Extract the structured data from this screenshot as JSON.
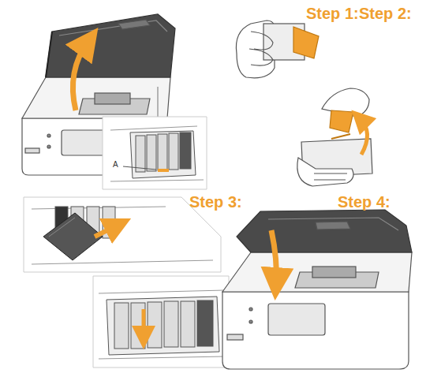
{
  "diagram": {
    "labels": [
      "Step 1:",
      "Step 2:",
      "Step 3:",
      "Step 4:",
      "A"
    ]
  }
}
